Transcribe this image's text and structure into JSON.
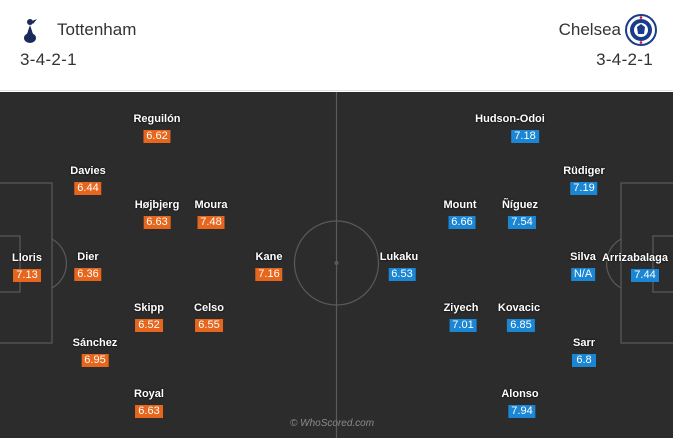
{
  "home": {
    "name": "Tottenham",
    "formation": "3-4-2-1",
    "color": "#e5661c",
    "crest_icon": "tottenham-crest-icon",
    "players": [
      {
        "name": "Lloris",
        "rating": "7.13"
      },
      {
        "name": "Davies",
        "rating": "6.44"
      },
      {
        "name": "Dier",
        "rating": "6.36"
      },
      {
        "name": "Sánchez",
        "rating": "6.95"
      },
      {
        "name": "Reguilón",
        "rating": "6.62"
      },
      {
        "name": "Højbjerg",
        "rating": "6.63"
      },
      {
        "name": "Skipp",
        "rating": "6.52"
      },
      {
        "name": "Royal",
        "rating": "6.63"
      },
      {
        "name": "Moura",
        "rating": "7.48"
      },
      {
        "name": "Celso",
        "rating": "6.55"
      },
      {
        "name": "Kane",
        "rating": "7.16"
      }
    ]
  },
  "away": {
    "name": "Chelsea",
    "formation": "3-4-2-1",
    "color": "#1b86d4",
    "crest_icon": "chelsea-crest-icon",
    "players": [
      {
        "name": "Arrizabalaga",
        "rating": "7.44"
      },
      {
        "name": "Rüdiger",
        "rating": "7.19"
      },
      {
        "name": "Silva",
        "rating": "N/A"
      },
      {
        "name": "Sarr",
        "rating": "6.8"
      },
      {
        "name": "Hudson-Odoi",
        "rating": "7.18"
      },
      {
        "name": "Ñíguez",
        "rating": "7.54"
      },
      {
        "name": "Kovacic",
        "rating": "6.85"
      },
      {
        "name": "Alonso",
        "rating": "7.94"
      },
      {
        "name": "Mount",
        "rating": "6.66"
      },
      {
        "name": "Ziyech",
        "rating": "7.01"
      },
      {
        "name": "Lukaku",
        "rating": "6.53"
      }
    ]
  },
  "pitch": {
    "background": "#2c2c2c",
    "line_color": "#5a5a5a"
  },
  "watermark": "© WhoScored.com"
}
